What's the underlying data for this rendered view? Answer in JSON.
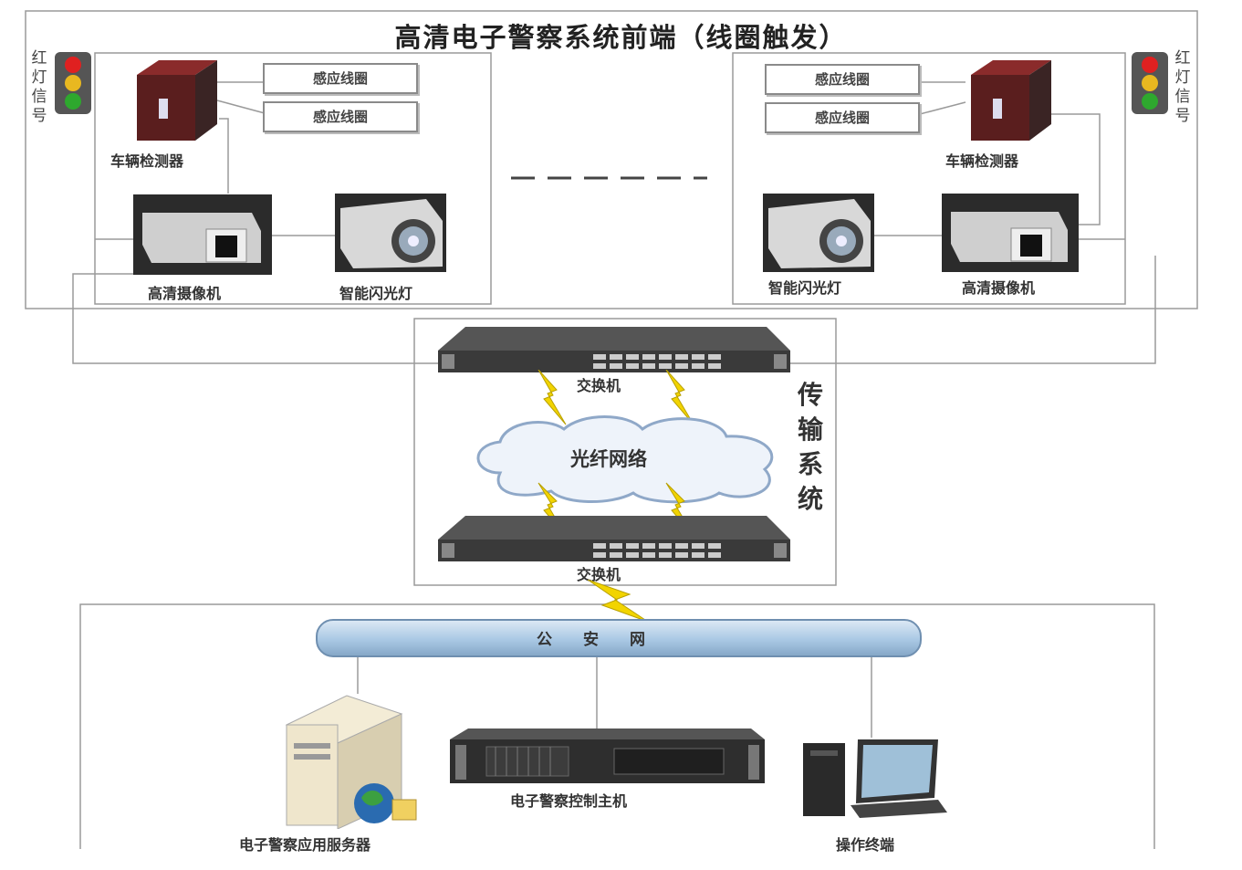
{
  "title": "高清电子警察系统前端（线圈触发）",
  "left": {
    "signal_label": "红灯信号",
    "coil_1": "感应线圈",
    "coil_2": "感应线圈",
    "detector": "车辆检测器",
    "camera": "高清摄像机",
    "flash": "智能闪光灯"
  },
  "right": {
    "signal_label": "红灯信号",
    "coil_1": "感应线圈",
    "coil_2": "感应线圈",
    "detector": "车辆检测器",
    "camera": "高清摄像机",
    "flash": "智能闪光灯"
  },
  "transport": {
    "label": "传输系统",
    "switch_top": "交换机",
    "switch_bottom": "交换机",
    "network": "光纤网络"
  },
  "backend": {
    "police_net": "公　　安　　网",
    "server": "电子警察应用服务器",
    "controller": "电子警察控制主机",
    "terminal": "操作终端"
  },
  "colors": {
    "traffic_red": "#e02020",
    "traffic_yellow": "#e8b820",
    "traffic_green": "#2ea82e",
    "lightning": "#f2d400",
    "pipe": "#a9c8e4"
  }
}
